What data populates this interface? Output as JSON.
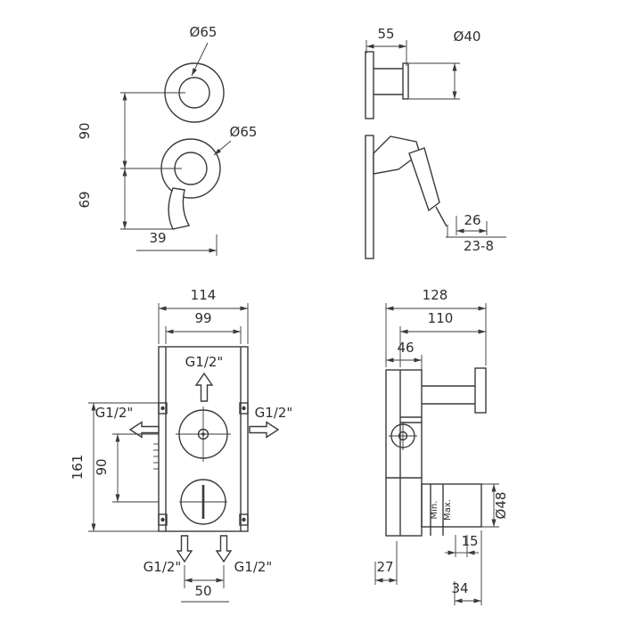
{
  "meta": {
    "background": "#ffffff",
    "ink": "#3a3a3a",
    "drawing_type": "faucet installation dimensional drawing"
  },
  "trim_front": {
    "dia_escutcheon": "Ø65",
    "dia_spout_escutcheon": "Ø65",
    "dim_center_spacing": "90",
    "dim_spout_drop": "69",
    "dim_spout_offset": "39"
  },
  "trim_side": {
    "dim_spout_projection": "55",
    "dia_spout": "Ø40",
    "dim_handle_tip": "26",
    "dim_wall_range": "23-8"
  },
  "body_front": {
    "dim_width_outer": "114",
    "dim_width_inner": "99",
    "port_top": "G1/2\"",
    "port_left": "G1/2\"",
    "port_right": "G1/2\"",
    "dim_height": "161",
    "dim_port_spacing": "90",
    "port_bottom_left": "G1/2\"",
    "port_bottom_right": "G1/2\"",
    "dim_bottom_spacing": "50"
  },
  "body_side": {
    "dim_depth_total": "128",
    "dim_depth_bracket": "110",
    "dim_body_depth": "46",
    "dia_union": "Ø48",
    "label_min": "Min.",
    "label_max": "Max.",
    "dim_plaster": "15",
    "dim_front_offset": "27",
    "dim_union_depth": "34"
  }
}
